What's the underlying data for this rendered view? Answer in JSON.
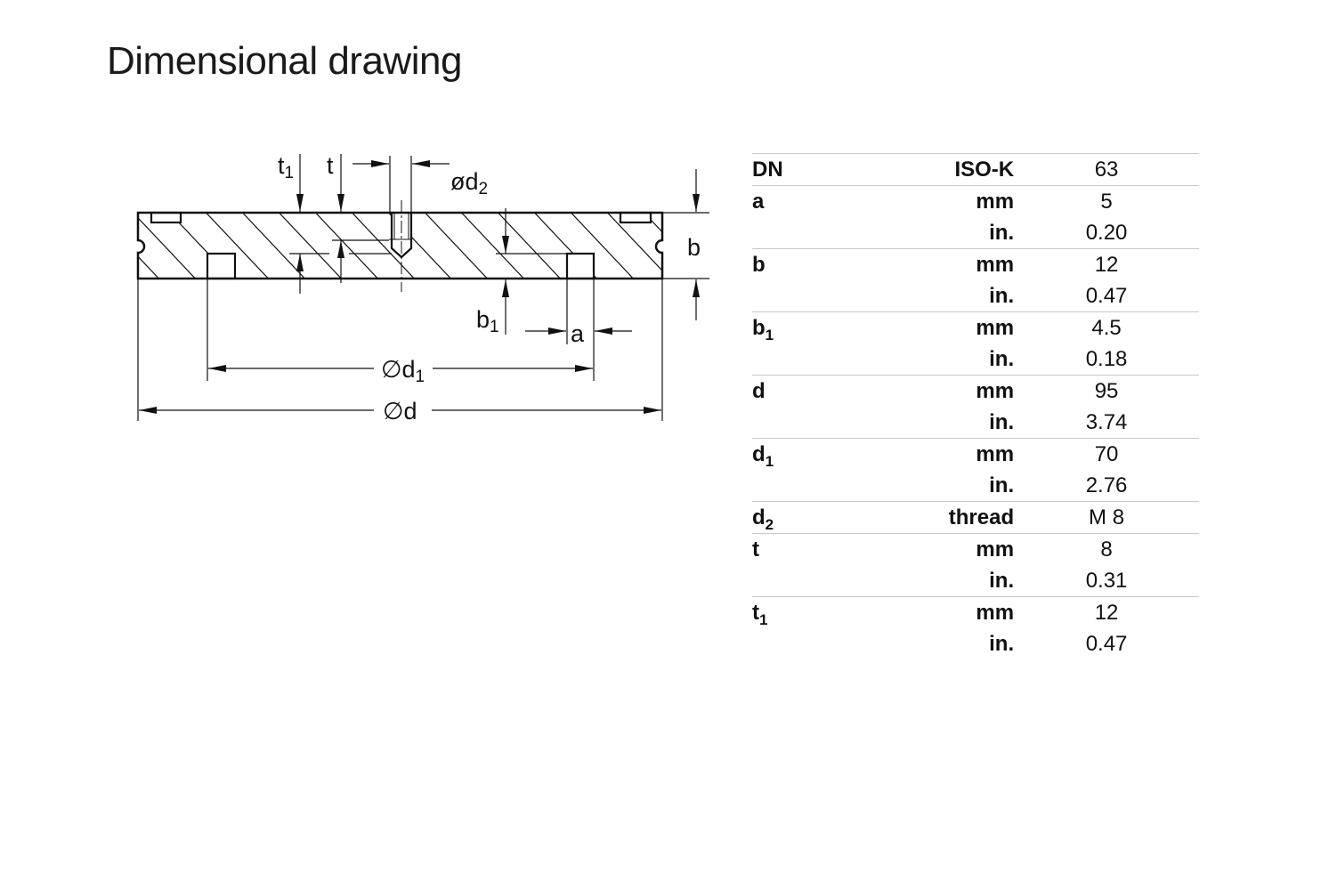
{
  "title": "Dimensional drawing",
  "drawing_labels": {
    "t1": {
      "main": "t",
      "sub": "1"
    },
    "t": {
      "main": "t"
    },
    "d2": {
      "main": "ød",
      "sub": "2"
    },
    "b": {
      "main": "b"
    },
    "b1": {
      "main": "b",
      "sub": "1"
    },
    "a": {
      "main": "a"
    },
    "d1": {
      "main": "∅d",
      "sub": "1"
    },
    "d": {
      "main": "∅d"
    }
  },
  "table": {
    "header": {
      "label": "DN",
      "unit": "ISO-K",
      "value": "63"
    },
    "rows": [
      {
        "label": "a",
        "sub": "",
        "units": [
          "mm",
          "in."
        ],
        "values": [
          "5",
          "0.20"
        ]
      },
      {
        "label": "b",
        "sub": "",
        "units": [
          "mm",
          "in."
        ],
        "values": [
          "12",
          "0.47"
        ]
      },
      {
        "label": "b",
        "sub": "1",
        "units": [
          "mm",
          "in."
        ],
        "values": [
          "4.5",
          "0.18"
        ]
      },
      {
        "label": "d",
        "sub": "",
        "units": [
          "mm",
          "in."
        ],
        "values": [
          "95",
          "3.74"
        ]
      },
      {
        "label": "d",
        "sub": "1",
        "units": [
          "mm",
          "in."
        ],
        "values": [
          "70",
          "2.76"
        ]
      },
      {
        "label": "d",
        "sub": "2",
        "units": [
          "thread"
        ],
        "values": [
          "M 8"
        ]
      },
      {
        "label": "t",
        "sub": "",
        "units": [
          "mm",
          "in."
        ],
        "values": [
          "8",
          "0.31"
        ]
      },
      {
        "label": "t",
        "sub": "1",
        "units": [
          "mm",
          "in."
        ],
        "values": [
          "12",
          "0.47"
        ]
      }
    ]
  }
}
